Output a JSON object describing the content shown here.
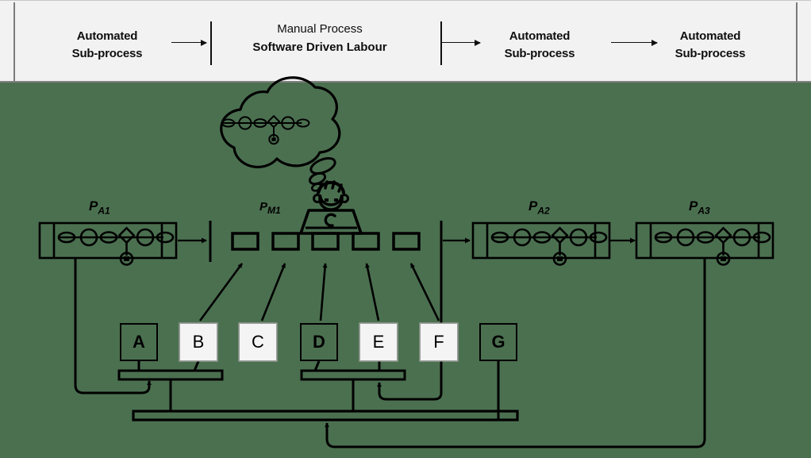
{
  "header": {
    "segments": [
      {
        "name": "automated-1",
        "line1": "Automated",
        "line2": "Sub-process"
      },
      {
        "name": "manual",
        "line1": "Manual Process",
        "line2": "Software Driven Labour"
      },
      {
        "name": "automated-2",
        "line1": "Automated",
        "line2": "Sub-process"
      },
      {
        "name": "automated-3",
        "line1": "Automated",
        "line2": "Sub-process"
      }
    ]
  },
  "diagram": {
    "pipelines": [
      {
        "id": "pa1",
        "label_base": "P",
        "label_sub": "A1"
      },
      {
        "id": "pm1",
        "label_base": "P",
        "label_sub": "M1"
      },
      {
        "id": "pa2",
        "label_base": "P",
        "label_sub": "A2"
      },
      {
        "id": "pa3",
        "label_base": "P",
        "label_sub": "A3"
      }
    ],
    "letter_boxes": [
      {
        "id": "a",
        "label": "A",
        "style": "dark"
      },
      {
        "id": "b",
        "label": "B",
        "style": "light"
      },
      {
        "id": "c",
        "label": "C",
        "style": "light"
      },
      {
        "id": "d",
        "label": "D",
        "style": "dark"
      },
      {
        "id": "e",
        "label": "E",
        "style": "light"
      },
      {
        "id": "f",
        "label": "F",
        "style": "light"
      },
      {
        "id": "g",
        "label": "G",
        "style": "dark"
      }
    ],
    "manual_task_count": 5,
    "colors": {
      "background": "#4b7050",
      "header_background": "#f2f2f2",
      "stroke": "#000000",
      "light_box_fill": "#f4f4f4"
    },
    "icons": {
      "cloud": "thought-cloud-icon",
      "person": "person-at-laptop-icon",
      "flow": "mini-flowchart-icon"
    }
  }
}
